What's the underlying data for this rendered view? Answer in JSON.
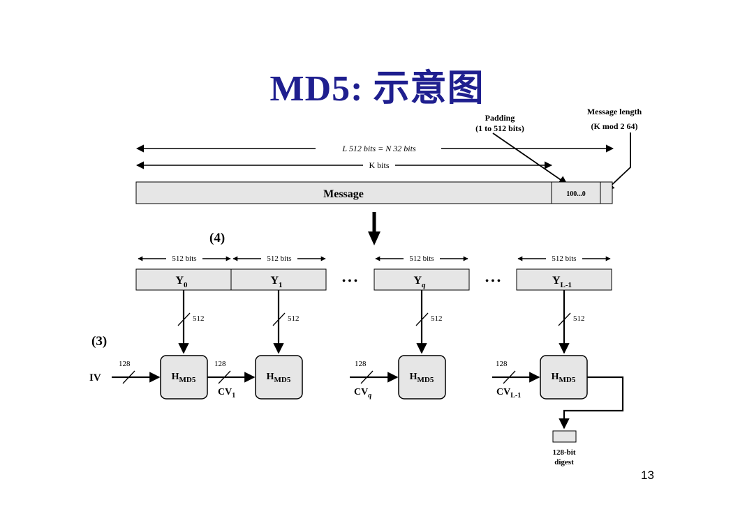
{
  "slide": {
    "title": "MD5: 示意图",
    "page_number": "13"
  },
  "annotations": {
    "step4": "(4)",
    "step3": "(3)"
  },
  "top": {
    "padding_label_line1": "Padding",
    "padding_label_line2": "(1 to 512 bits)",
    "length_label_line1": "Message length",
    "length_label_line2": "(K mod 2 64)",
    "length_formula": "L   512 bits = N   32 bits",
    "kbits_label": "K bits",
    "message_label": "Message",
    "padding_content": "100...0"
  },
  "blocks": [
    {
      "label": "Y",
      "sub": "0",
      "bits": "512 bits"
    },
    {
      "label": "Y",
      "sub": "1",
      "bits": "512 bits"
    },
    {
      "label": "Y",
      "sub": "q",
      "bits": "512 bits"
    },
    {
      "label": "Y",
      "sub": "L-1",
      "bits": "512 bits"
    }
  ],
  "ellipsis": "• • •",
  "stage": {
    "input_bits": "512",
    "chain_bits": "128",
    "iv_label": "IV",
    "h_label": "H",
    "h_sub": "MD5",
    "cv_labels": [
      {
        "label": "CV",
        "sub": "1"
      },
      {
        "label": "CV",
        "sub": "q"
      },
      {
        "label": "CV",
        "sub": "L-1"
      }
    ]
  },
  "digest": {
    "line1": "128-bit",
    "line2": "digest"
  },
  "colors": {
    "title": "#1f1f8f",
    "box_fill": "#e6e6e6",
    "stroke": "#000000"
  }
}
